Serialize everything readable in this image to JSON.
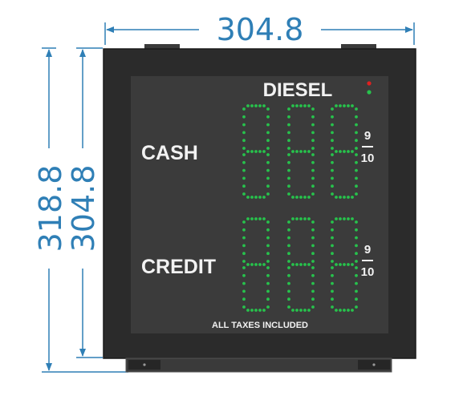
{
  "dimensions": {
    "top_width": "304.8",
    "outer_height": "318.8",
    "inner_height": "304.8"
  },
  "sign": {
    "fuel_label": "DIESEL",
    "row1_label": "CASH",
    "row2_label": "CREDIT",
    "fraction_numerator": "9",
    "fraction_denominator": "10",
    "footer": "ALL TAXES INCLUDED",
    "digit_value": "888"
  },
  "colors": {
    "dimension_line": "#2f7fb6",
    "cabinet": "#2b2b2b",
    "screen": "#3b3b3b",
    "led_on": "#27c24c",
    "indicator_red": "#e02020",
    "indicator_green": "#27c24c"
  }
}
